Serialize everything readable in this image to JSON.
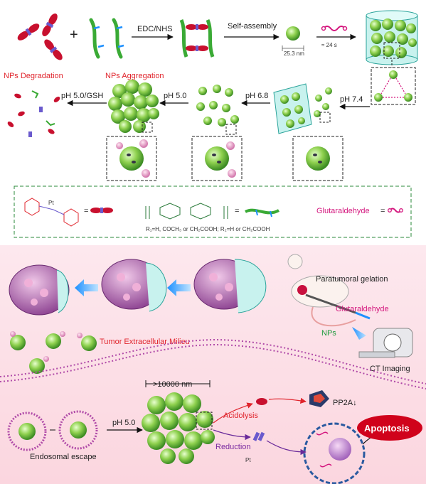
{
  "top": {
    "reagent": "EDC/NHS",
    "self_assembly": "Self-assembly",
    "size_label": "25.3 nm",
    "time_label": "≈ 24 s",
    "np_degradation": "NPs Degradation",
    "np_aggregation": "NPs Aggregation",
    "ph_gsh": "pH 5.0/GSH",
    "ph_50": "pH 5.0",
    "ph_68": "pH 6.8",
    "ph_74": "pH 7.4"
  },
  "legend": {
    "formula_r": "R₁=H, COCH₃ or CH₂COOH; R₂=H or CH₂COOH",
    "glutaraldehyde": "Glutaraldehyde",
    "equals": "="
  },
  "bottom": {
    "paratumoral": "Paratumoral gelation",
    "glutaraldehyde": "Glutaraldehyde",
    "nps": "NPs",
    "ct_imaging": "CT Imaging",
    "tumor_milieu": "Tumor Extracellular Milieu",
    "size_big": ">10000 nm",
    "acidolysis": "Acidolysis",
    "pp2a": "PP2A↓",
    "apoptosis": "Apoptosis",
    "ph_50": "pH 5.0",
    "reduction": "Reduction",
    "endosomal": "Endosomal escape"
  },
  "colors": {
    "np_green": "#8fd14f",
    "np_dark": "#3a9a2a",
    "drug_red": "#c8102e",
    "chitosan": "#3aaa35",
    "blue_link": "#1e90ff",
    "membrane": "#b04aa8",
    "cell": "#b87fbf",
    "apoptosis_red": "#d0021b"
  }
}
